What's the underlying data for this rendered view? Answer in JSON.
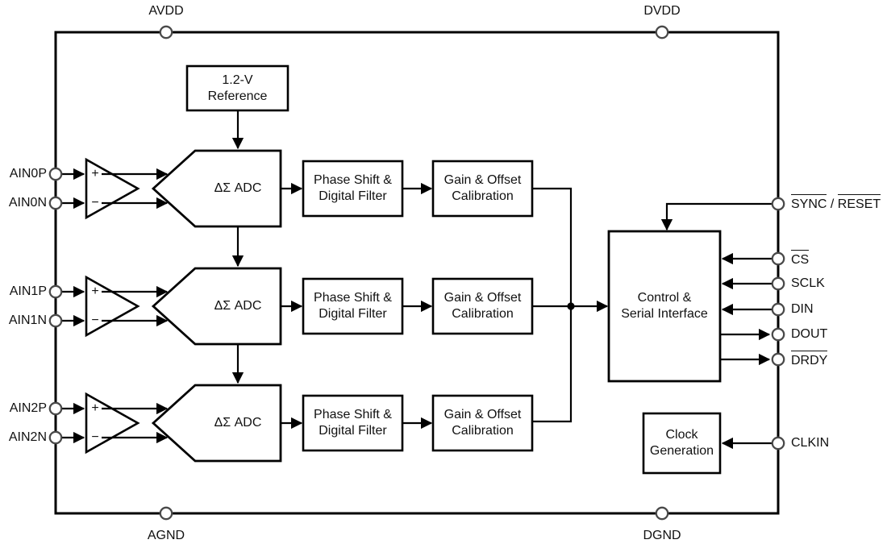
{
  "chip": {
    "pins": {
      "top": [
        {
          "label": "AVDD"
        },
        {
          "label": "DVDD"
        }
      ],
      "bottom": [
        {
          "label": "AGND"
        },
        {
          "label": "DGND"
        }
      ],
      "left": [
        {
          "label": "AIN0P"
        },
        {
          "label": "AIN0N"
        },
        {
          "label": "AIN1P"
        },
        {
          "label": "AIN1N"
        },
        {
          "label": "AIN2P"
        },
        {
          "label": "AIN2N"
        }
      ],
      "right": {
        "sync": "SYNC",
        "sync_sep": " / ",
        "reset": "RESET",
        "cs": "CS",
        "sclk": "SCLK",
        "din": "DIN",
        "dout": "DOUT",
        "drdy": "DRDY",
        "clkin": "CLKIN"
      }
    },
    "blocks": {
      "reference": "1.2-V\nReference",
      "adc": "ΔΣ ADC",
      "phase_filter": "Phase Shift &\nDigital Filter",
      "gain_offset": "Gain & Offset\nCalibration",
      "control_serial": "Control &\nSerial Interface",
      "clock_gen": "Clock\nGeneration"
    },
    "amplifier": {
      "plus": "+",
      "minus": "−"
    },
    "colors": {
      "line": "#000000",
      "pin_stroke": "#4a4a4a",
      "text": "#111111",
      "background": "#ffffff"
    }
  }
}
